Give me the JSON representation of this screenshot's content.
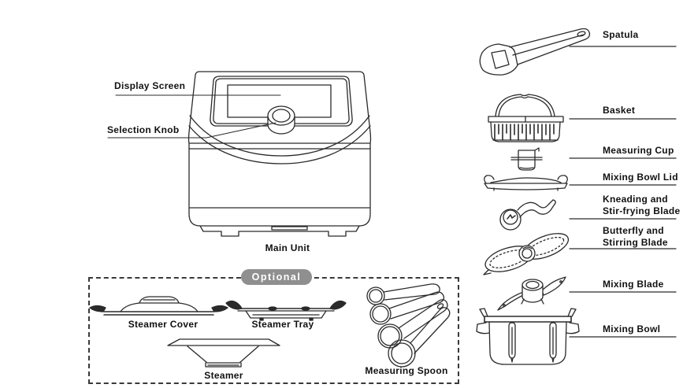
{
  "colors": {
    "line": "#2a2a2a",
    "badge_bg": "#8f8f8f",
    "badge_text": "#ffffff",
    "text": "#111111"
  },
  "main_unit": {
    "label": "Main Unit",
    "callouts": [
      {
        "label": "Display Screen"
      },
      {
        "label": "Selection Knob"
      }
    ]
  },
  "optional": {
    "badge_label": "Optional",
    "items": [
      {
        "label": "Steamer Cover"
      },
      {
        "label": "Steamer Tray"
      },
      {
        "label": "Steamer"
      },
      {
        "label": "Measuring Spoon"
      }
    ]
  },
  "accessories": {
    "items": [
      {
        "line1": "Spatula"
      },
      {
        "line1": "Basket"
      },
      {
        "line1": "Measuring Cup"
      },
      {
        "line1": "Mixing Bowl Lid"
      },
      {
        "line1": "Kneading and",
        "line2": "Stir-frying Blade"
      },
      {
        "line1": "Butterfly and",
        "line2": "Stirring Blade"
      },
      {
        "line1": "Mixing Blade"
      },
      {
        "line1": "Mixing Bowl"
      }
    ]
  }
}
